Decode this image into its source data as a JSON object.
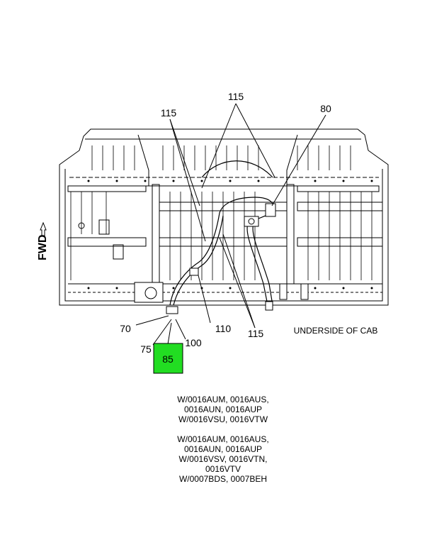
{
  "orientation": {
    "label": "FWD"
  },
  "view_caption": "UNDERSIDE OF CAB",
  "callouts": {
    "c115_top": "115",
    "c115_left": "115",
    "c80": "80",
    "c70": "70",
    "c75": "75",
    "c85": "85",
    "c100": "100",
    "c110": "110",
    "c115_bottom": "115"
  },
  "highlight_color": "#22dd22",
  "notes": {
    "group1": [
      "W/0016AUM, 0016AUS,",
      "0016AUN, 0016AUP",
      "W/0016VSU, 0016VTW"
    ],
    "group2": [
      "W/0016AUM, 0016AUS,",
      "0016AUN, 0016AUP",
      "W/0016VSV, 0016VTN,",
      "0016VTV",
      "W/0007BDS, 0007BEH"
    ]
  }
}
